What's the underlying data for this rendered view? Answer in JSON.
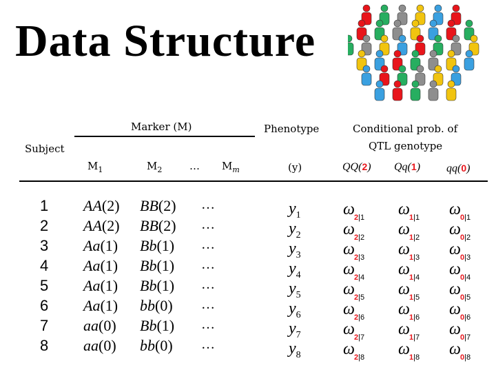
{
  "title": "Data Structure",
  "header": {
    "subject": "Subject",
    "marker": "Marker (M)",
    "phenotype": "Phenotype",
    "conditional": "Conditional prob. of",
    "conditional2": "QTL genotype",
    "m1": "M",
    "m1_sub": "1",
    "m2": "M",
    "m2_sub": "2",
    "mdots": "…",
    "mm": "M",
    "mm_sub": "m",
    "y": "(y)",
    "qq_upper": "QQ(",
    "qq_upper_n": "2",
    "qq_mixed": "Qq(",
    "qq_mixed_n": "1",
    "qq_lower": "qq(",
    "qq_lower_n": "0",
    "close": ")"
  },
  "rows": [
    {
      "id": "1",
      "m1": "AA",
      "m1n": "(2)",
      "m2": "BB",
      "m2n": "(2)",
      "dots": "…",
      "y": "y",
      "ysub": "1",
      "row": "1"
    },
    {
      "id": "2",
      "m1": "AA",
      "m1n": "(2)",
      "m2": "BB",
      "m2n": "(2)",
      "dots": "…",
      "y": "y",
      "ysub": "2",
      "row": "2"
    },
    {
      "id": "3",
      "m1": "Aa",
      "m1n": "(1)",
      "m2": "Bb",
      "m2n": "(1)",
      "dots": "…",
      "y": "y",
      "ysub": "3",
      "row": "3"
    },
    {
      "id": "4",
      "m1": "Aa",
      "m1n": "(1)",
      "m2": "Bb",
      "m2n": "(1)",
      "dots": "…",
      "y": "y",
      "ysub": "4",
      "row": "4"
    },
    {
      "id": "5",
      "m1": "Aa",
      "m1n": "(1)",
      "m2": "Bb",
      "m2n": "(1)",
      "dots": "…",
      "y": "y",
      "ysub": "5",
      "row": "5"
    },
    {
      "id": "6",
      "m1": "Aa",
      "m1n": "(1)",
      "m2": "bb",
      "m2n": "(0)",
      "dots": "…",
      "y": "y",
      "ysub": "6",
      "row": "6"
    },
    {
      "id": "7",
      "m1": "aa",
      "m1n": "(0)",
      "m2": "Bb",
      "m2n": "(1)",
      "dots": "…",
      "y": "y",
      "ysub": "7",
      "row": "7"
    },
    {
      "id": "8",
      "m1": "aa",
      "m1n": "(0)",
      "m2": "bb",
      "m2n": "(0)",
      "dots": "…",
      "y": "y",
      "ysub": "8",
      "row": "8"
    }
  ],
  "omega": {
    "symbol": "ω",
    "sep": "|",
    "g2": "2",
    "g1": "1",
    "g0": "0"
  },
  "colors": {
    "red": "#e8151b",
    "people": [
      "#e8151b",
      "#f1c40f",
      "#27ae60",
      "#3aa0e0",
      "#8e8e8e"
    ]
  }
}
